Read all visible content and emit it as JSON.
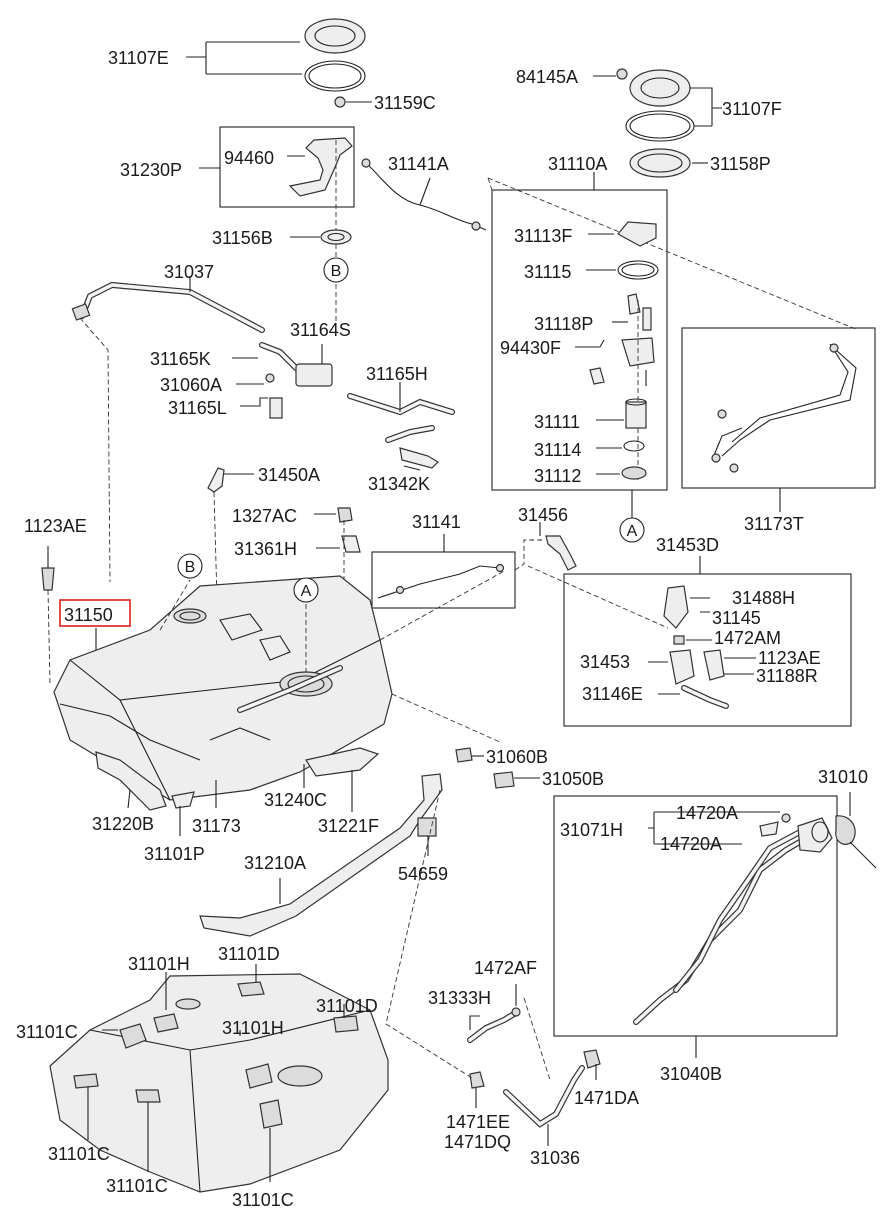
{
  "labels": {
    "p31107E": "31107E",
    "p31159C": "31159C",
    "p94460": "94460",
    "p31230P": "31230P",
    "p31141A": "31141A",
    "p31156B": "31156B",
    "p84145A": "84145A",
    "p31107F": "31107F",
    "p31110A": "31110A",
    "p31158P": "31158P",
    "p31113F": "31113F",
    "p31115": "31115",
    "p31118P": "31118P",
    "p94430F": "94430F",
    "p31111": "31111",
    "p31114": "31114",
    "p31112": "31112",
    "p31037": "31037",
    "p31164S": "31164S",
    "p31165K": "31165K",
    "p31060A": "31060A",
    "p31165L": "31165L",
    "p31165H": "31165H",
    "p31342K": "31342K",
    "p31173T": "31173T",
    "p31450A": "31450A",
    "p1327AC": "1327AC",
    "p31361H": "31361H",
    "p1123AE_a": "1123AE",
    "p31150": "31150",
    "p31141": "31141",
    "p31456": "31456",
    "p31453D": "31453D",
    "p31488H": "31488H",
    "p31145": "31145",
    "p1472AM": "1472AM",
    "p31453": "31453",
    "p1123AE_b": "1123AE",
    "p31188R": "31188R",
    "p31146E": "31146E",
    "p31060B": "31060B",
    "p31050B": "31050B",
    "p31010": "31010",
    "p31220B": "31220B",
    "p31173": "31173",
    "p31240C": "31240C",
    "p31221F": "31221F",
    "p31101P": "31101P",
    "p31071H": "31071H",
    "p14720A_a": "14720A",
    "p14720A_b": "14720A",
    "p54659": "54659",
    "p31210A": "31210A",
    "p31101H_a": "31101H",
    "p31101D_a": "31101D",
    "p31101D_b": "31101D",
    "p31101C_a": "31101C",
    "p31101H_b": "31101H",
    "p31101C_b": "31101C",
    "p31101C_c": "31101C",
    "p31101C_d": "31101C",
    "p1472AF": "1472AF",
    "p31333H": "31333H",
    "p1471EE": "1471EE",
    "p1471DQ": "1471DQ",
    "p1471DA": "1471DA",
    "p31036": "31036",
    "p31040B": "31040B"
  },
  "markers": {
    "ref_b_top": "B",
    "ref_a_mid": "A",
    "ref_b_tank": "B",
    "ref_a_tank": "A"
  },
  "highlight": {
    "part": "31150",
    "color": "#d81e1e"
  }
}
